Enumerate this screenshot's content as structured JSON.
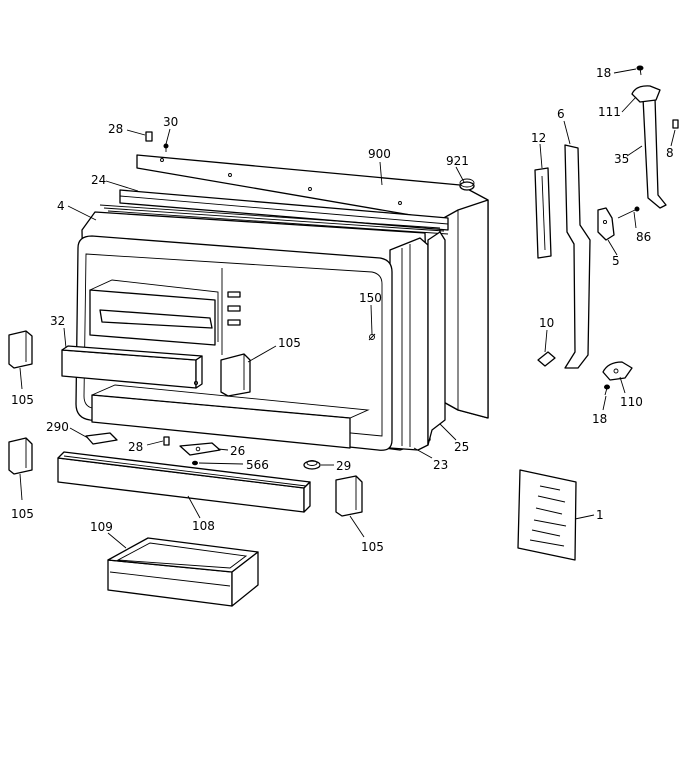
{
  "callouts": [
    {
      "id": "c18a",
      "text": "18"
    },
    {
      "id": "c111",
      "text": "111"
    },
    {
      "id": "c8",
      "text": "8"
    },
    {
      "id": "c35",
      "text": "35"
    },
    {
      "id": "c6",
      "text": "6"
    },
    {
      "id": "c12",
      "text": "12"
    },
    {
      "id": "c86",
      "text": "86"
    },
    {
      "id": "c5",
      "text": "5"
    },
    {
      "id": "c10",
      "text": "10"
    },
    {
      "id": "c110",
      "text": "110"
    },
    {
      "id": "c18b",
      "text": "18"
    },
    {
      "id": "c28a",
      "text": "28"
    },
    {
      "id": "c30",
      "text": "30"
    },
    {
      "id": "c900",
      "text": "900"
    },
    {
      "id": "c921",
      "text": "921"
    },
    {
      "id": "c24",
      "text": "24"
    },
    {
      "id": "c4",
      "text": "4"
    },
    {
      "id": "c150",
      "text": "150"
    },
    {
      "id": "c32",
      "text": "32"
    },
    {
      "id": "c105a",
      "text": "105"
    },
    {
      "id": "c105b",
      "text": "105"
    },
    {
      "id": "c290",
      "text": "290"
    },
    {
      "id": "c28b",
      "text": "28"
    },
    {
      "id": "c26",
      "text": "26"
    },
    {
      "id": "c566",
      "text": "566"
    },
    {
      "id": "c29",
      "text": "29"
    },
    {
      "id": "c23",
      "text": "23"
    },
    {
      "id": "c25",
      "text": "25"
    },
    {
      "id": "c105c",
      "text": "105"
    },
    {
      "id": "c108",
      "text": "108"
    },
    {
      "id": "c105d",
      "text": "105"
    },
    {
      "id": "c109",
      "text": "109"
    },
    {
      "id": "c1",
      "text": "1"
    }
  ]
}
